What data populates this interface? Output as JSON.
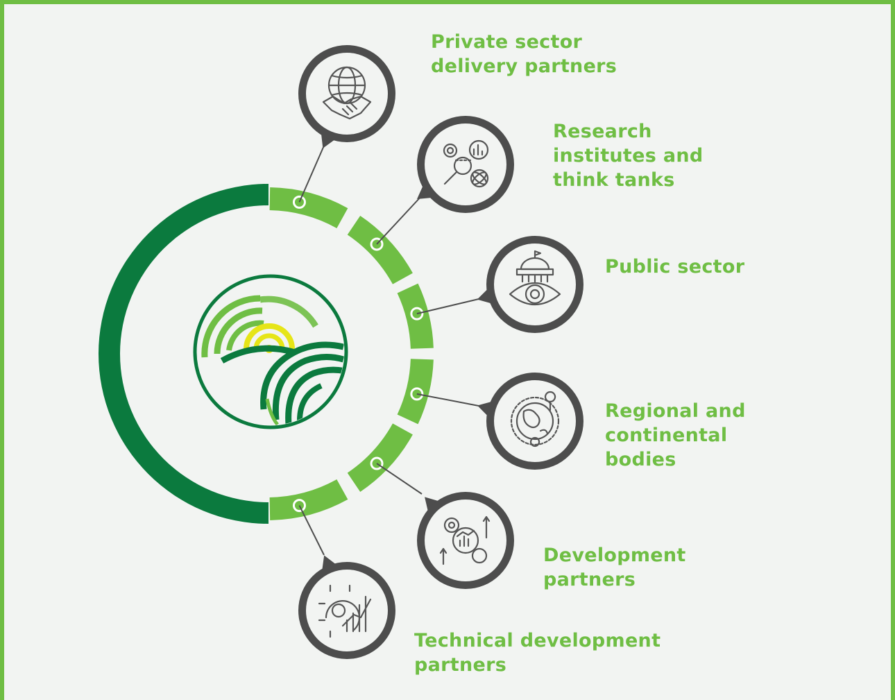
{
  "colors": {
    "border": "#6fbe44",
    "background": "#f2f4f2",
    "dark_green": "#0b7a3e",
    "light_green": "#6fbe44",
    "yellow": "#e6e517",
    "icon_ring": "#4d4d4d",
    "label_text": "#6fbe44"
  },
  "partners": [
    {
      "id": "private",
      "label": "Private sector\ndelivery partners",
      "icon": "globe-handshake-icon"
    },
    {
      "id": "research",
      "label": "Research\ninstitutes and\nthink tanks",
      "icon": "research-analytics-icon"
    },
    {
      "id": "public",
      "label": "Public sector",
      "icon": "government-eye-icon"
    },
    {
      "id": "regional",
      "label": "Regional and\ncontinental\nbodies",
      "icon": "globe-location-icon"
    },
    {
      "id": "development",
      "label": "Development\npartners",
      "icon": "growth-gears-icon"
    },
    {
      "id": "technical",
      "label": "Technical development\npartners",
      "icon": "gear-chart-icon"
    }
  ],
  "center_logo": {
    "icon": "africa-sunrise-logo"
  }
}
